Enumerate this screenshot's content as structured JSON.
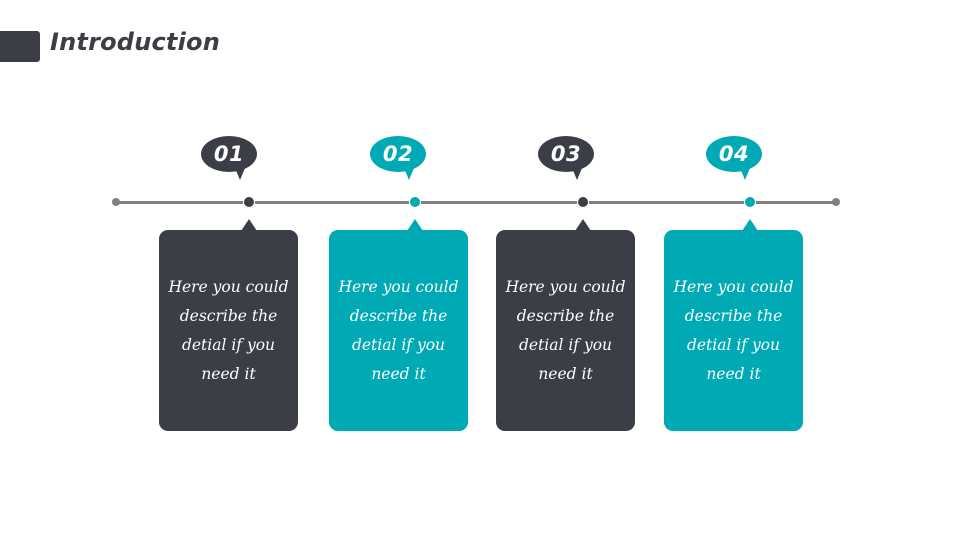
{
  "header": {
    "title": "Introduction"
  },
  "colors": {
    "dark": "#3b3e46",
    "teal": "#00aab4",
    "line": "#7f7f7f"
  },
  "steps": [
    {
      "number": "01",
      "text": "Here you could describe the detial if you need it",
      "color": "dark"
    },
    {
      "number": "02",
      "text": "Here you could describe the detial if you need it",
      "color": "teal"
    },
    {
      "number": "03",
      "text": "Here you could describe the detial if you need it",
      "color": "dark"
    },
    {
      "number": "04",
      "text": "Here you could describe the detial if you need it",
      "color": "teal"
    }
  ]
}
